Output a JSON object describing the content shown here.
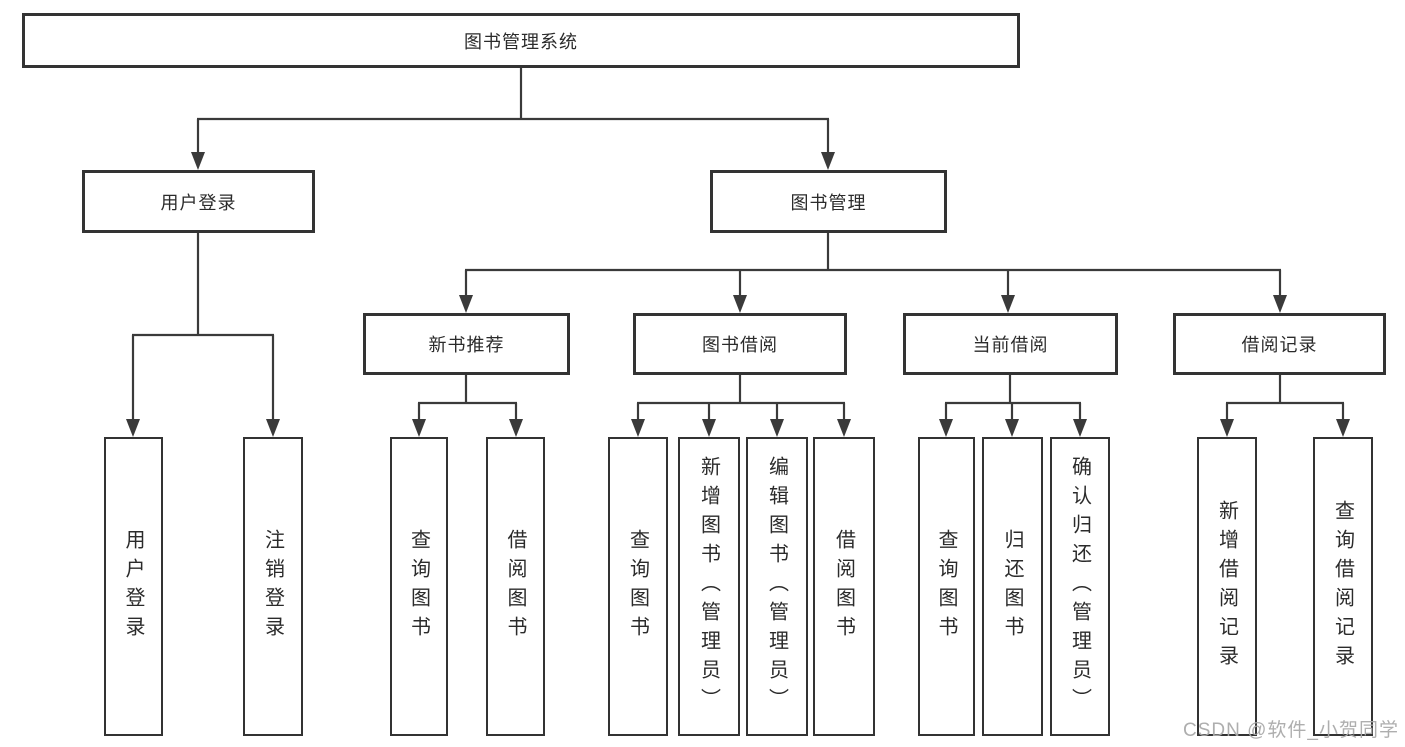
{
  "root": {
    "label": "图书管理系统"
  },
  "branches": [
    {
      "label": "用户登录",
      "children": [
        {
          "label": "用户登录"
        },
        {
          "label": "注销登录"
        }
      ]
    },
    {
      "label": "图书管理",
      "groups": [
        {
          "label": "新书推荐",
          "children": [
            {
              "label": "查询图书"
            },
            {
              "label": "借阅图书"
            }
          ]
        },
        {
          "label": "图书借阅",
          "children": [
            {
              "label": "查询图书"
            },
            {
              "label": "新增图书（管理员）"
            },
            {
              "label": "编辑图书（管理员）"
            },
            {
              "label": "借阅图书"
            }
          ]
        },
        {
          "label": "当前借阅",
          "children": [
            {
              "label": "查询图书"
            },
            {
              "label": "归还图书"
            },
            {
              "label": "确认归还（管理员）"
            }
          ]
        },
        {
          "label": "借阅记录",
          "children": [
            {
              "label": "新增借阅记录"
            },
            {
              "label": "查询借阅记录"
            }
          ]
        }
      ]
    }
  ],
  "watermark": {
    "text": "CSDN @软件_小贺同学"
  },
  "colors": {
    "line": "#3a3a3a",
    "box_border": "#333333",
    "text": "#2b2b2b",
    "watermark": "#aaaaaa",
    "background": "#ffffff"
  }
}
